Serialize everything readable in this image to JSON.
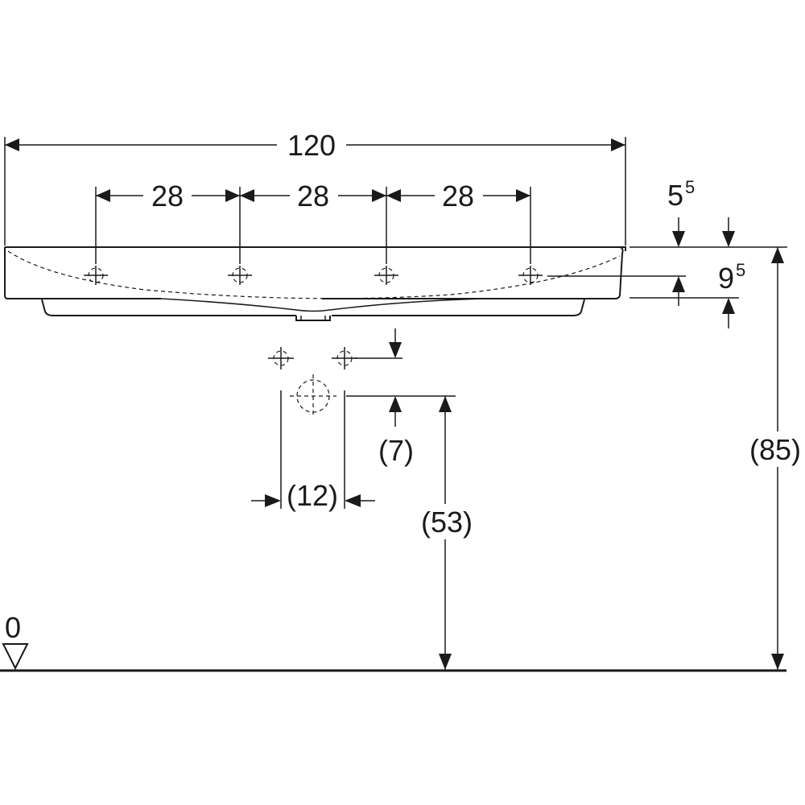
{
  "dimensions": {
    "overall_width": "120",
    "tap_spacing_1": "28",
    "tap_spacing_2": "28",
    "tap_spacing_3": "28",
    "rim_offset_base": "5",
    "rim_offset_sup": "5",
    "basin_thickness_base": "9",
    "basin_thickness_sup": "5",
    "rim_height": "(85)",
    "waste_height": "(53)",
    "waste_drop": "(7)",
    "waste_spacing": "(12)",
    "floor_level": "0"
  }
}
